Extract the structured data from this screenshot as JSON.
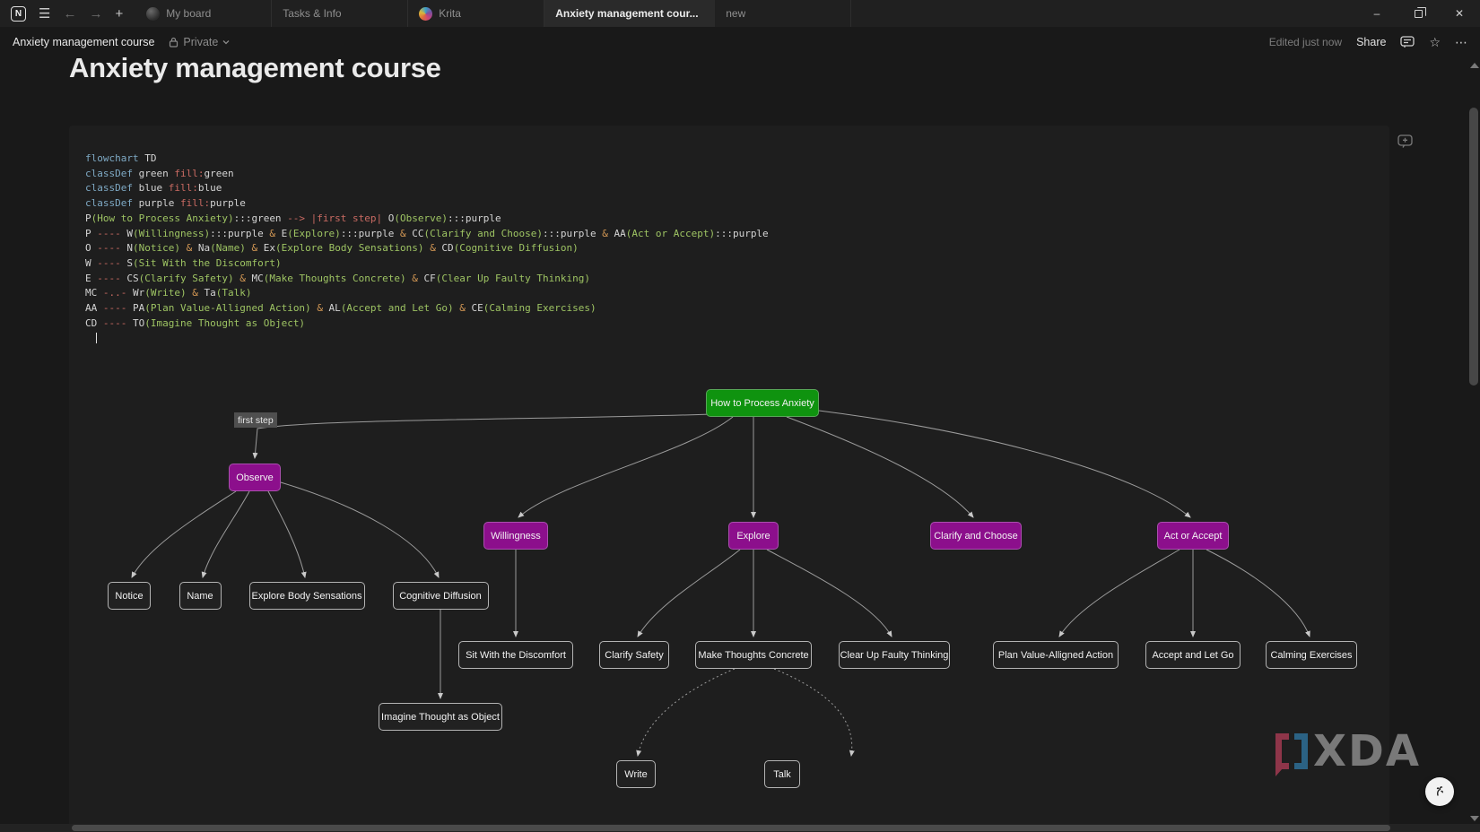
{
  "window": {
    "tabs": [
      {
        "label": "My board",
        "icon": "board-avatar",
        "active": false
      },
      {
        "label": "Tasks & Info",
        "active": false
      },
      {
        "label": "Krita",
        "icon": "krita",
        "active": false
      },
      {
        "label": "Anxiety management cour...",
        "active": true
      },
      {
        "label": "new",
        "active": false
      }
    ]
  },
  "topbar": {
    "breadcrumb": "Anxiety management course",
    "privacy": "Private",
    "edited": "Edited just now",
    "share": "Share"
  },
  "page": {
    "title": "Anxiety management course"
  },
  "code_block": {
    "language": "mermaid",
    "lines": [
      [
        [
          "k",
          "flowchart"
        ],
        [
          "d",
          " TD"
        ]
      ],
      [
        [
          "k",
          "classDef"
        ],
        [
          "d",
          " green "
        ],
        [
          "r",
          "fill:"
        ],
        [
          "d",
          "green"
        ]
      ],
      [
        [
          "k",
          "classDef"
        ],
        [
          "d",
          " blue "
        ],
        [
          "r",
          "fill:"
        ],
        [
          "d",
          "blue"
        ]
      ],
      [
        [
          "k",
          "classDef"
        ],
        [
          "d",
          " purple "
        ],
        [
          "r",
          "fill:"
        ],
        [
          "d",
          "purple"
        ]
      ],
      [
        [
          "d",
          "P"
        ],
        [
          "g",
          "(How to Process Anxiety)"
        ],
        [
          "d",
          ":::green "
        ],
        [
          "r",
          "--> |first step|"
        ],
        [
          "d",
          " O"
        ],
        [
          "g",
          "(Observe)"
        ],
        [
          "d",
          ":::purple"
        ]
      ],
      [
        [
          "d",
          "P "
        ],
        [
          "r",
          "----"
        ],
        [
          "d",
          " W"
        ],
        [
          "g",
          "(Willingness)"
        ],
        [
          "d",
          ":::purple "
        ],
        [
          "o",
          "&"
        ],
        [
          "d",
          " E"
        ],
        [
          "g",
          "(Explore)"
        ],
        [
          "d",
          ":::purple "
        ],
        [
          "o",
          "&"
        ],
        [
          "d",
          " CC"
        ],
        [
          "g",
          "(Clarify and Choose)"
        ],
        [
          "d",
          ":::purple "
        ],
        [
          "o",
          "&"
        ],
        [
          "d",
          " AA"
        ],
        [
          "g",
          "(Act or Accept)"
        ],
        [
          "d",
          ":::purple"
        ]
      ],
      [
        [
          "d",
          "O "
        ],
        [
          "r",
          "----"
        ],
        [
          "d",
          " N"
        ],
        [
          "g",
          "(Notice)"
        ],
        [
          "d",
          " "
        ],
        [
          "o",
          "&"
        ],
        [
          "d",
          " Na"
        ],
        [
          "g",
          "(Name)"
        ],
        [
          "d",
          " "
        ],
        [
          "o",
          "&"
        ],
        [
          "d",
          " Ex"
        ],
        [
          "g",
          "(Explore Body Sensations)"
        ],
        [
          "d",
          " "
        ],
        [
          "o",
          "&"
        ],
        [
          "d",
          " CD"
        ],
        [
          "g",
          "(Cognitive Diffusion)"
        ]
      ],
      [
        [
          "d",
          "W "
        ],
        [
          "r",
          "----"
        ],
        [
          "d",
          " S"
        ],
        [
          "g",
          "(Sit With the Discomfort)"
        ]
      ],
      [
        [
          "d",
          "E "
        ],
        [
          "r",
          "----"
        ],
        [
          "d",
          " CS"
        ],
        [
          "g",
          "(Clarify Safety)"
        ],
        [
          "d",
          " "
        ],
        [
          "o",
          "&"
        ],
        [
          "d",
          " MC"
        ],
        [
          "g",
          "(Make Thoughts Concrete)"
        ],
        [
          "d",
          " "
        ],
        [
          "o",
          "&"
        ],
        [
          "d",
          " CF"
        ],
        [
          "g",
          "(Clear Up Faulty Thinking)"
        ]
      ],
      [
        [
          "d",
          "MC "
        ],
        [
          "r",
          "-..-"
        ],
        [
          "d",
          " Wr"
        ],
        [
          "g",
          "(Write)"
        ],
        [
          "d",
          " "
        ],
        [
          "o",
          "&"
        ],
        [
          "d",
          " Ta"
        ],
        [
          "g",
          "(Talk)"
        ]
      ],
      [
        [
          "d",
          "AA "
        ],
        [
          "r",
          "----"
        ],
        [
          "d",
          " PA"
        ],
        [
          "g",
          "(Plan Value-Alligned Action)"
        ],
        [
          "d",
          " "
        ],
        [
          "o",
          "&"
        ],
        [
          "d",
          " AL"
        ],
        [
          "g",
          "(Accept and Let Go)"
        ],
        [
          "d",
          " "
        ],
        [
          "o",
          "&"
        ],
        [
          "d",
          " CE"
        ],
        [
          "g",
          "(Calming Exercises)"
        ]
      ],
      [
        [
          "d",
          "CD "
        ],
        [
          "r",
          "----"
        ],
        [
          "d",
          " TO"
        ],
        [
          "g",
          "(Imagine Thought as Object)"
        ]
      ]
    ]
  },
  "diagram": {
    "edge_label": "first step",
    "classes": {
      "green": {
        "fill": "#0f930f",
        "border": "#58a758"
      },
      "purple": {
        "fill": "#8c0f8c",
        "border": "#aa4fae"
      },
      "default": {
        "fill": "#212121",
        "border": "#b3b3b3"
      }
    },
    "nodes": [
      {
        "id": "P",
        "label": "How to Process Anxiety",
        "cls": "green"
      },
      {
        "id": "O",
        "label": "Observe",
        "cls": "purple"
      },
      {
        "id": "W",
        "label": "Willingness",
        "cls": "purple"
      },
      {
        "id": "E",
        "label": "Explore",
        "cls": "purple"
      },
      {
        "id": "CC",
        "label": "Clarify and Choose",
        "cls": "purple"
      },
      {
        "id": "AA",
        "label": "Act or Accept",
        "cls": "purple"
      },
      {
        "id": "N",
        "label": "Notice",
        "cls": "default"
      },
      {
        "id": "Na",
        "label": "Name",
        "cls": "default"
      },
      {
        "id": "Ex",
        "label": "Explore Body Sensations",
        "cls": "default"
      },
      {
        "id": "CD",
        "label": "Cognitive Diffusion",
        "cls": "default"
      },
      {
        "id": "S",
        "label": "Sit With the Discomfort",
        "cls": "default"
      },
      {
        "id": "CS",
        "label": "Clarify Safety",
        "cls": "default"
      },
      {
        "id": "MC",
        "label": "Make Thoughts Concrete",
        "cls": "default"
      },
      {
        "id": "CF",
        "label": "Clear Up Faulty Thinking",
        "cls": "default"
      },
      {
        "id": "PA",
        "label": "Plan Value-Alligned Action",
        "cls": "default"
      },
      {
        "id": "AL",
        "label": "Accept and Let Go",
        "cls": "default"
      },
      {
        "id": "CE",
        "label": "Calming Exercises",
        "cls": "default"
      },
      {
        "id": "TO",
        "label": "Imagine Thought as Object",
        "cls": "default"
      },
      {
        "id": "Wr",
        "label": "Write",
        "cls": "default"
      },
      {
        "id": "Ta",
        "label": "Talk",
        "cls": "default"
      }
    ],
    "edges": [
      {
        "from": "P",
        "to": "O",
        "label": "first step"
      },
      {
        "from": "P",
        "to": "W"
      },
      {
        "from": "P",
        "to": "E"
      },
      {
        "from": "P",
        "to": "CC"
      },
      {
        "from": "P",
        "to": "AA"
      },
      {
        "from": "O",
        "to": "N"
      },
      {
        "from": "O",
        "to": "Na"
      },
      {
        "from": "O",
        "to": "Ex"
      },
      {
        "from": "O",
        "to": "CD"
      },
      {
        "from": "W",
        "to": "S"
      },
      {
        "from": "E",
        "to": "CS"
      },
      {
        "from": "E",
        "to": "MC"
      },
      {
        "from": "E",
        "to": "CF"
      },
      {
        "from": "MC",
        "to": "Wr",
        "dotted": true
      },
      {
        "from": "MC",
        "to": "Ta",
        "dotted": true
      },
      {
        "from": "AA",
        "to": "PA"
      },
      {
        "from": "AA",
        "to": "AL"
      },
      {
        "from": "AA",
        "to": "CE"
      },
      {
        "from": "CD",
        "to": "TO"
      }
    ]
  },
  "watermark": {
    "text": "XDA"
  },
  "colors": {
    "page_bg": "#191919",
    "titlebar_bg": "#202020",
    "active_tab_bg": "#2a2a2a",
    "code_block_bg": "#1e1e1e",
    "edge": "#9b9b9b",
    "syntax_keyword": "#7ea9c4",
    "syntax_string": "#9ec463",
    "syntax_operator": "#c96a62",
    "syntax_amp": "#d79a55"
  }
}
